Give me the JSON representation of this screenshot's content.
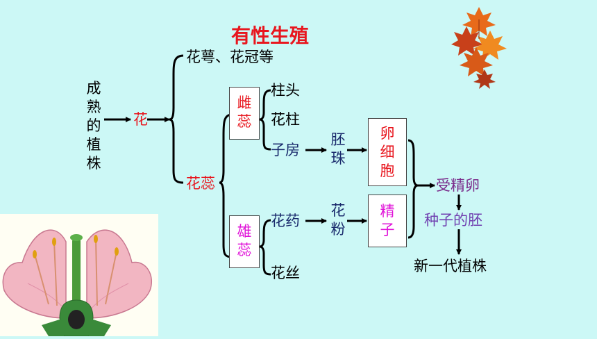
{
  "title": "有性生殖",
  "nodes": {
    "mature_plant": "成熟的植株",
    "flower": "花",
    "sepals_petals": "花萼、花冠等",
    "stamen_pistil": "花蕊",
    "pistil": "雌蕊",
    "stamen": "雄蕊",
    "stigma": "柱头",
    "style": "花柱",
    "ovary": "子房",
    "anther": "花药",
    "filament": "花丝",
    "ovule": "胚珠",
    "pollen": "花粉",
    "egg_cell": "卵细胞",
    "sperm": "精子",
    "fertilized_egg": "受精卵",
    "seed_embryo": "种子的胚",
    "new_plant": "新一代植株"
  },
  "colors": {
    "background": "#ccf8f6",
    "title": "#e8161e",
    "red": "#e8161e",
    "magenta": "#e010d8",
    "navy": "#1a2a6c",
    "purple": "#7a2a8a",
    "violet": "#7040b0"
  },
  "icons": {
    "flower_illustration": "flower-cross-section-icon",
    "decoration": "maple-leaves-icon"
  }
}
